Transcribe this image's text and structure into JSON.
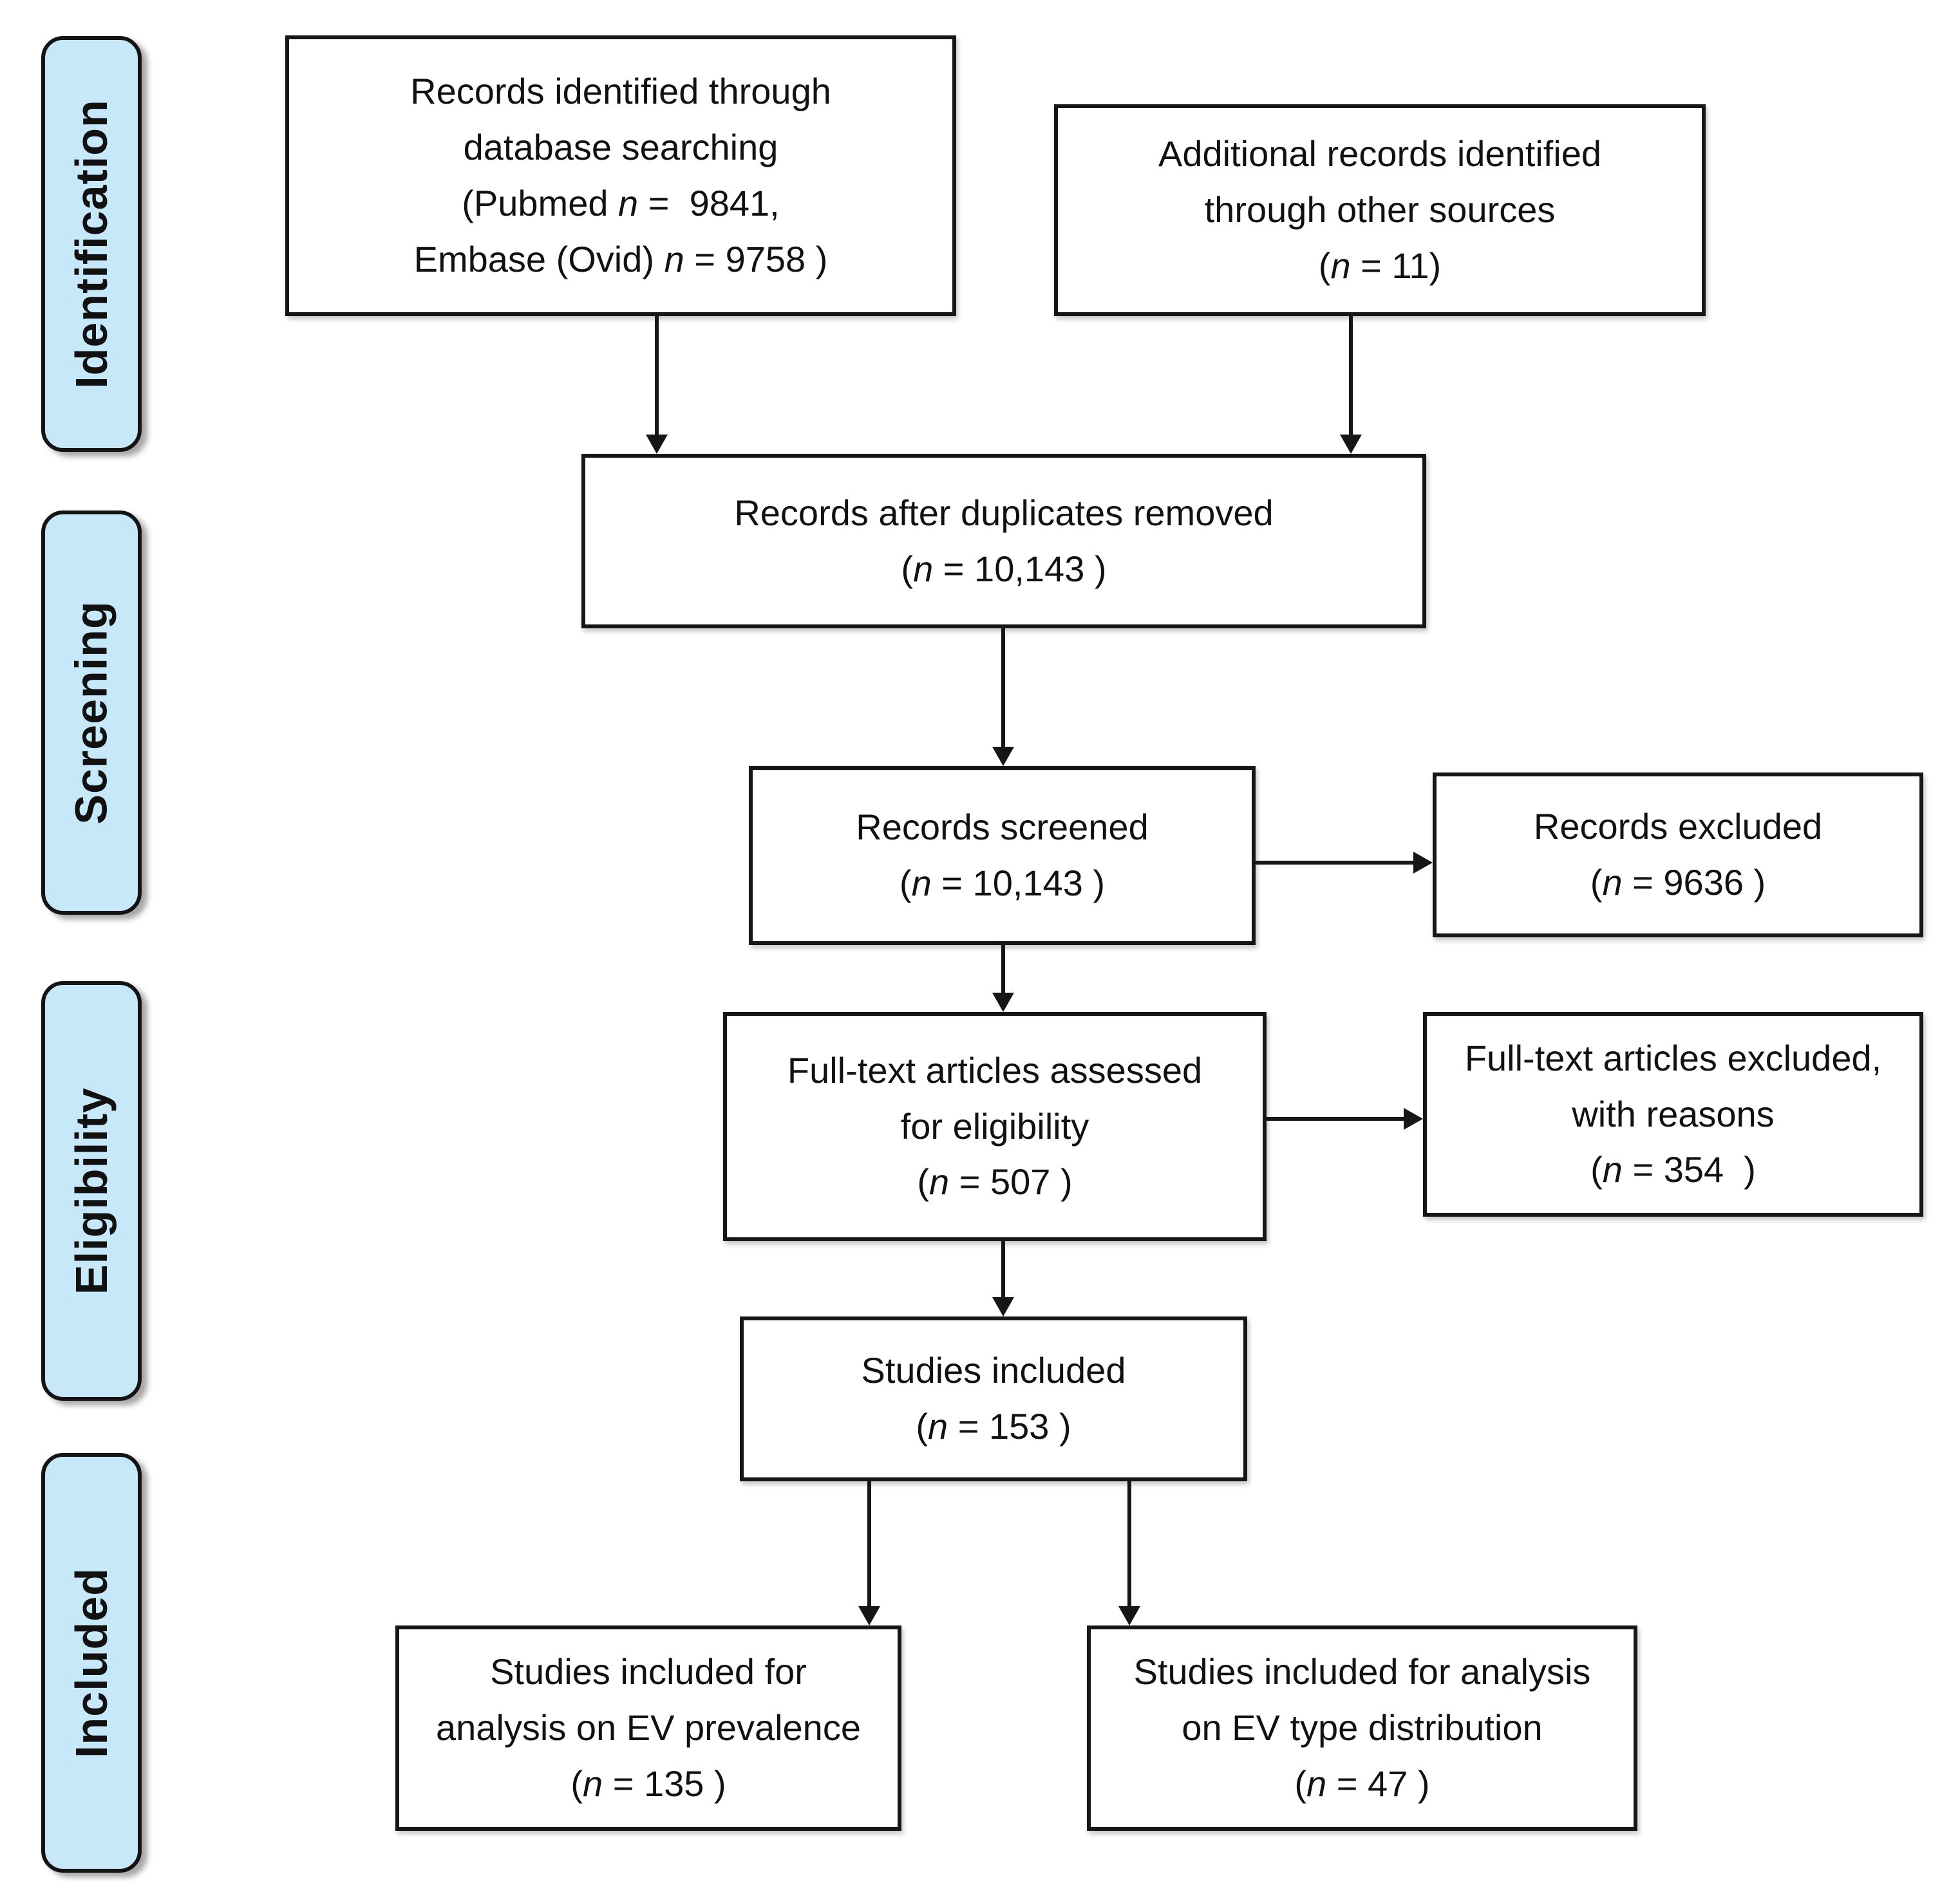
{
  "colors": {
    "stage_fill": "#c7e8f8",
    "line": "#161616",
    "background": "#ffffff"
  },
  "sidebar": {
    "items": [
      {
        "label": "Identification"
      },
      {
        "label": "Screening"
      },
      {
        "label": "Eligibility"
      },
      {
        "label": "Included"
      }
    ]
  },
  "boxes": {
    "identified": {
      "lines": [
        "Records identified through",
        "database searching",
        "(Pubmed n =  9841,",
        "Embase (Ovid) n = 9758 )"
      ]
    },
    "additional": {
      "lines": [
        "Additional records identified",
        "through other sources",
        "(n = 11)"
      ]
    },
    "duplicates": {
      "lines": [
        "Records after duplicates removed",
        "(n = 10,143 )"
      ]
    },
    "screened": {
      "lines": [
        "Records screened",
        "(n = 10,143 )"
      ]
    },
    "excluded": {
      "lines": [
        "Records excluded",
        "(n = 9636 )"
      ]
    },
    "fulltext": {
      "lines": [
        "Full-text articles assessed",
        "for eligibility",
        "(n = 507 )"
      ]
    },
    "fulltext_excluded": {
      "lines": [
        "Full-text articles excluded,",
        "with reasons",
        "(n = 354  )"
      ]
    },
    "studies_included": {
      "lines": [
        "Studies included",
        "(n = 153 )"
      ]
    },
    "ev_prevalence": {
      "lines": [
        "Studies included for",
        "analysis on EV prevalence",
        "(n = 135 )"
      ]
    },
    "ev_type": {
      "lines": [
        "Studies included for analysis",
        "on EV type distribution",
        "(n = 47 )"
      ]
    }
  }
}
